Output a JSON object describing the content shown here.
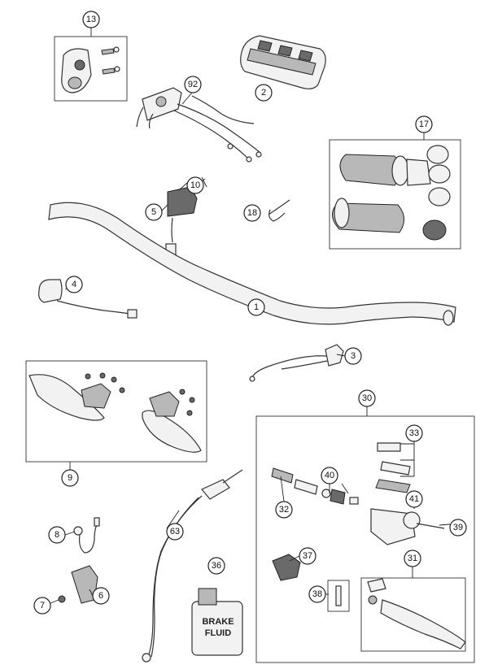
{
  "callouts": {
    "c13": "13",
    "c2": "2",
    "c92": "92",
    "c17": "17",
    "c10": "10",
    "c5": "5",
    "c18": "18",
    "c4": "4",
    "c1": "1",
    "c3": "3",
    "c30": "30",
    "c9": "9",
    "c33": "33",
    "c40": "40",
    "c41": "41",
    "c32": "32",
    "c39": "39",
    "c8": "8",
    "c63": "63",
    "c37": "37",
    "c36": "36",
    "c31": "31",
    "c38": "38",
    "c7": "7",
    "c6": "6"
  },
  "bottle_label": {
    "line1": "BRAKE",
    "line2": "FLUID"
  }
}
